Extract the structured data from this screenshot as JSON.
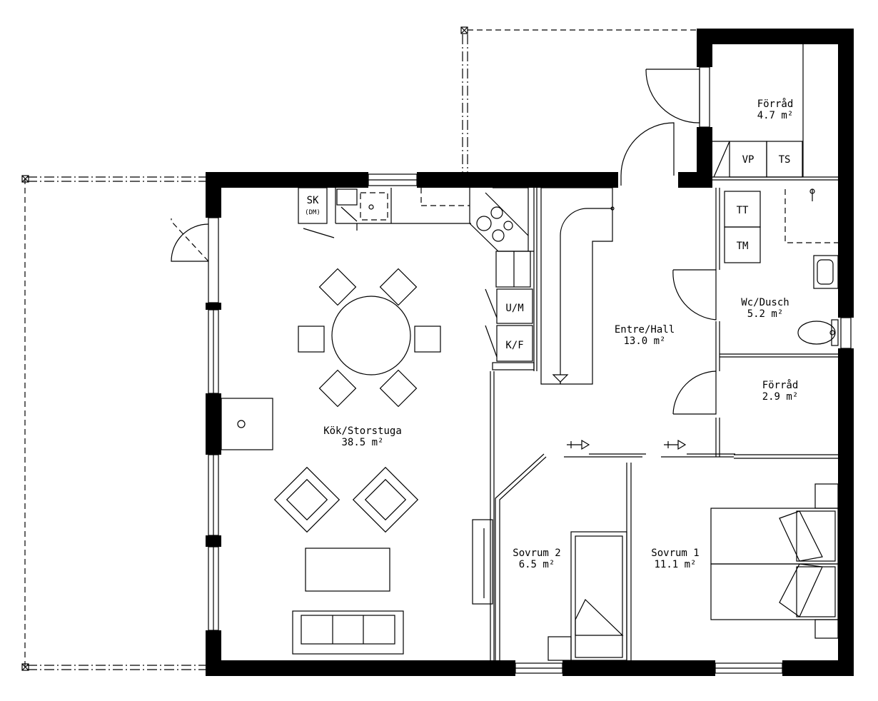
{
  "rooms": {
    "kok": {
      "name": "Kök/Storstuga",
      "area": "38.5 m²"
    },
    "hall": {
      "name": "Entre/Hall",
      "area": "13.0 m²"
    },
    "forrad_top": {
      "name": "Förråd",
      "area": "4.7 m²"
    },
    "wc": {
      "name": "Wc/Dusch",
      "area": "5.2 m²"
    },
    "forrad_mid": {
      "name": "Förråd",
      "area": "2.9 m²"
    },
    "sovrum2": {
      "name": "Sovrum 2",
      "area": "6.5 m²"
    },
    "sovrum1": {
      "name": "Sovrum 1",
      "area": "11.1 m²"
    }
  },
  "fixtures": {
    "sk": "SK",
    "dm": "(DM)",
    "um": "U/M",
    "kf": "K/F",
    "vp": "VP",
    "ts": "TS",
    "tt": "TT",
    "tm": "TM"
  }
}
